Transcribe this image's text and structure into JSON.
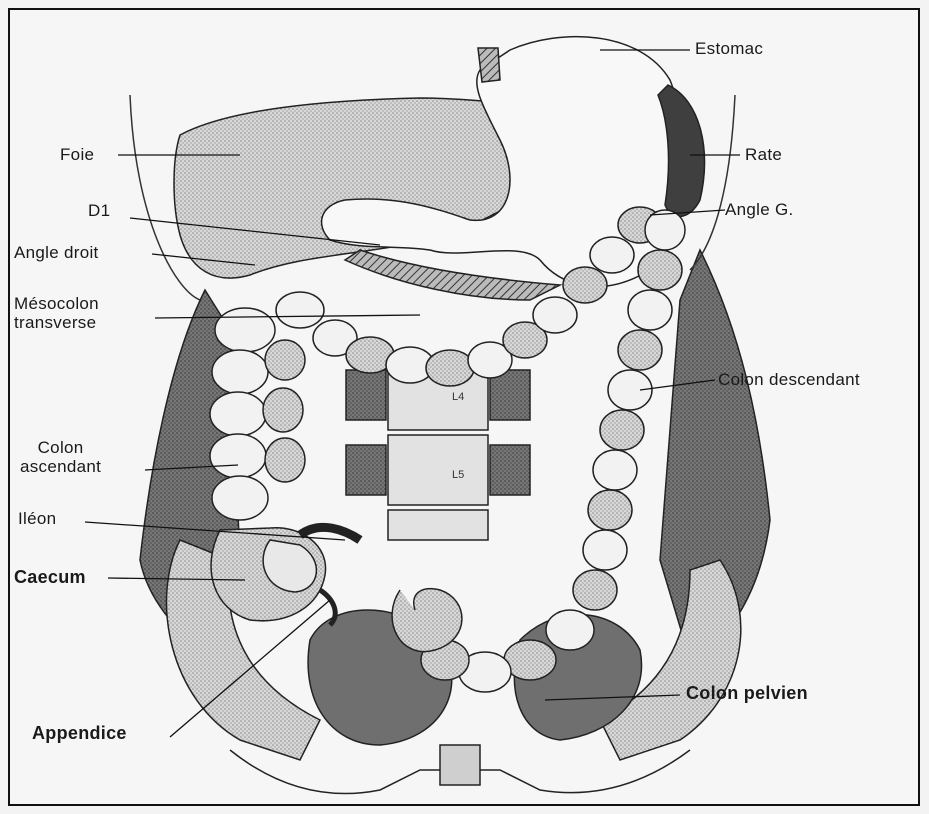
{
  "figure": {
    "labels": {
      "estomac": "Estomac",
      "foie": "Foie",
      "rate": "Rate",
      "d1": "D1",
      "angle_g": "Angle G.",
      "angle_droit": "Angle droit",
      "mesocolon_line1": "Mésocolon",
      "mesocolon_line2": "transverse",
      "colon_descendant": "Colon descendant",
      "colon_ascendant_line1": "Colon",
      "colon_ascendant_line2": "ascendant",
      "ileon": "Iléon",
      "caecum": "Caecum",
      "appendice": "Appendice",
      "colon_pelvien": "Colon pelvien",
      "vertebra_l4": "L4",
      "vertebra_l5": "L5"
    },
    "colors": {
      "ink": "#1a1a1a",
      "dark_fill": "#6b6b6b",
      "mid_fill": "#9a9a9a",
      "light_fill": "#cfcfcf",
      "paper": "#f6f6f6"
    }
  }
}
